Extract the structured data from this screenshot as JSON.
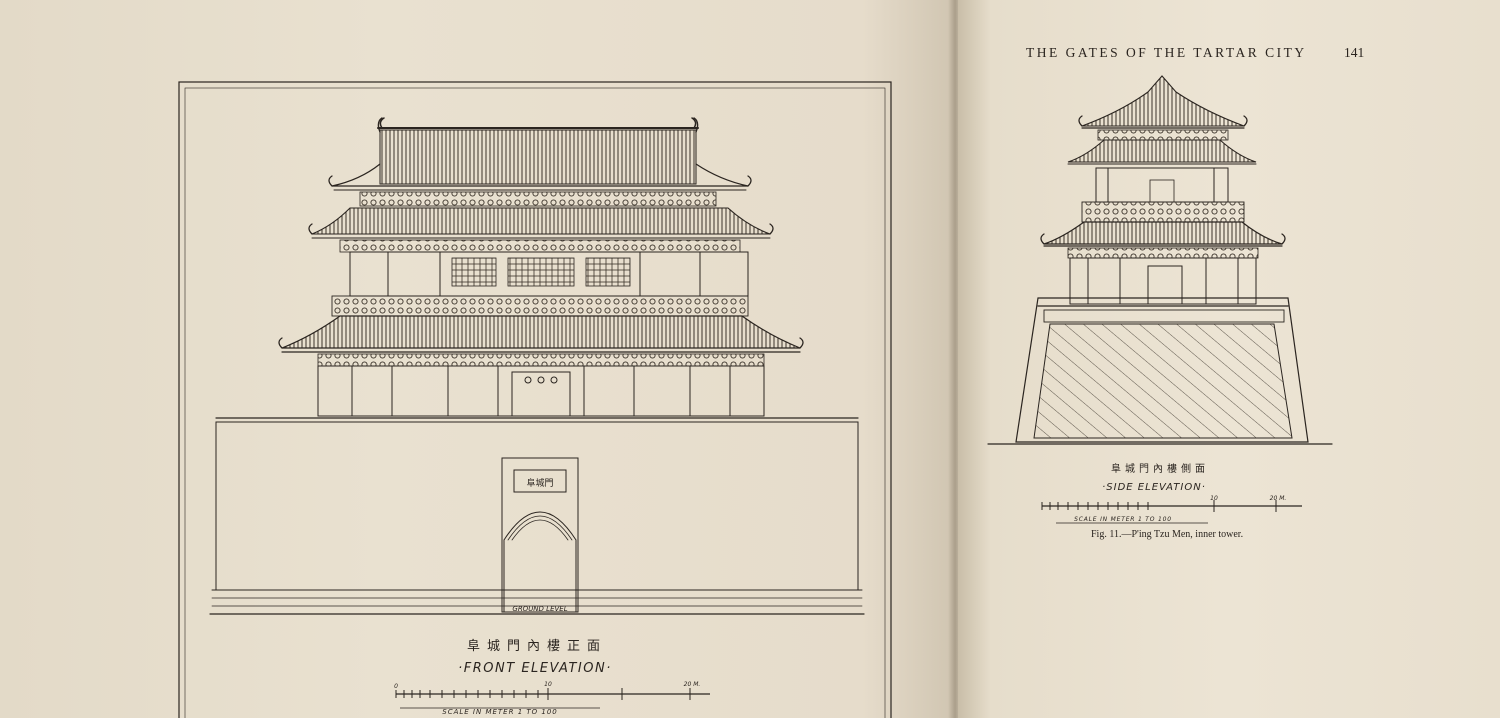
{
  "left_plate": {
    "sign_text": "阜城門",
    "ground_label": "GROUND LEVEL",
    "chinese_title": "阜城門內樓正面",
    "title": "·FRONT ELEVATION·",
    "scale_start": "0",
    "scale_mid": "10",
    "scale_end": "20 M.",
    "scale_label": "SCALE IN METER 1 TO 100"
  },
  "right_page": {
    "running_head": "THE GATES OF THE TARTAR CITY",
    "page_number": "141",
    "chinese_title": "阜城門內樓側面",
    "title": "·SIDE ELEVATION·",
    "scale_mid": "10",
    "scale_end": "20 M.",
    "scale_label": "SCALE IN METER 1 TO 100",
    "caption": "Fig. 11.—P'ing Tzu Men, inner tower."
  }
}
